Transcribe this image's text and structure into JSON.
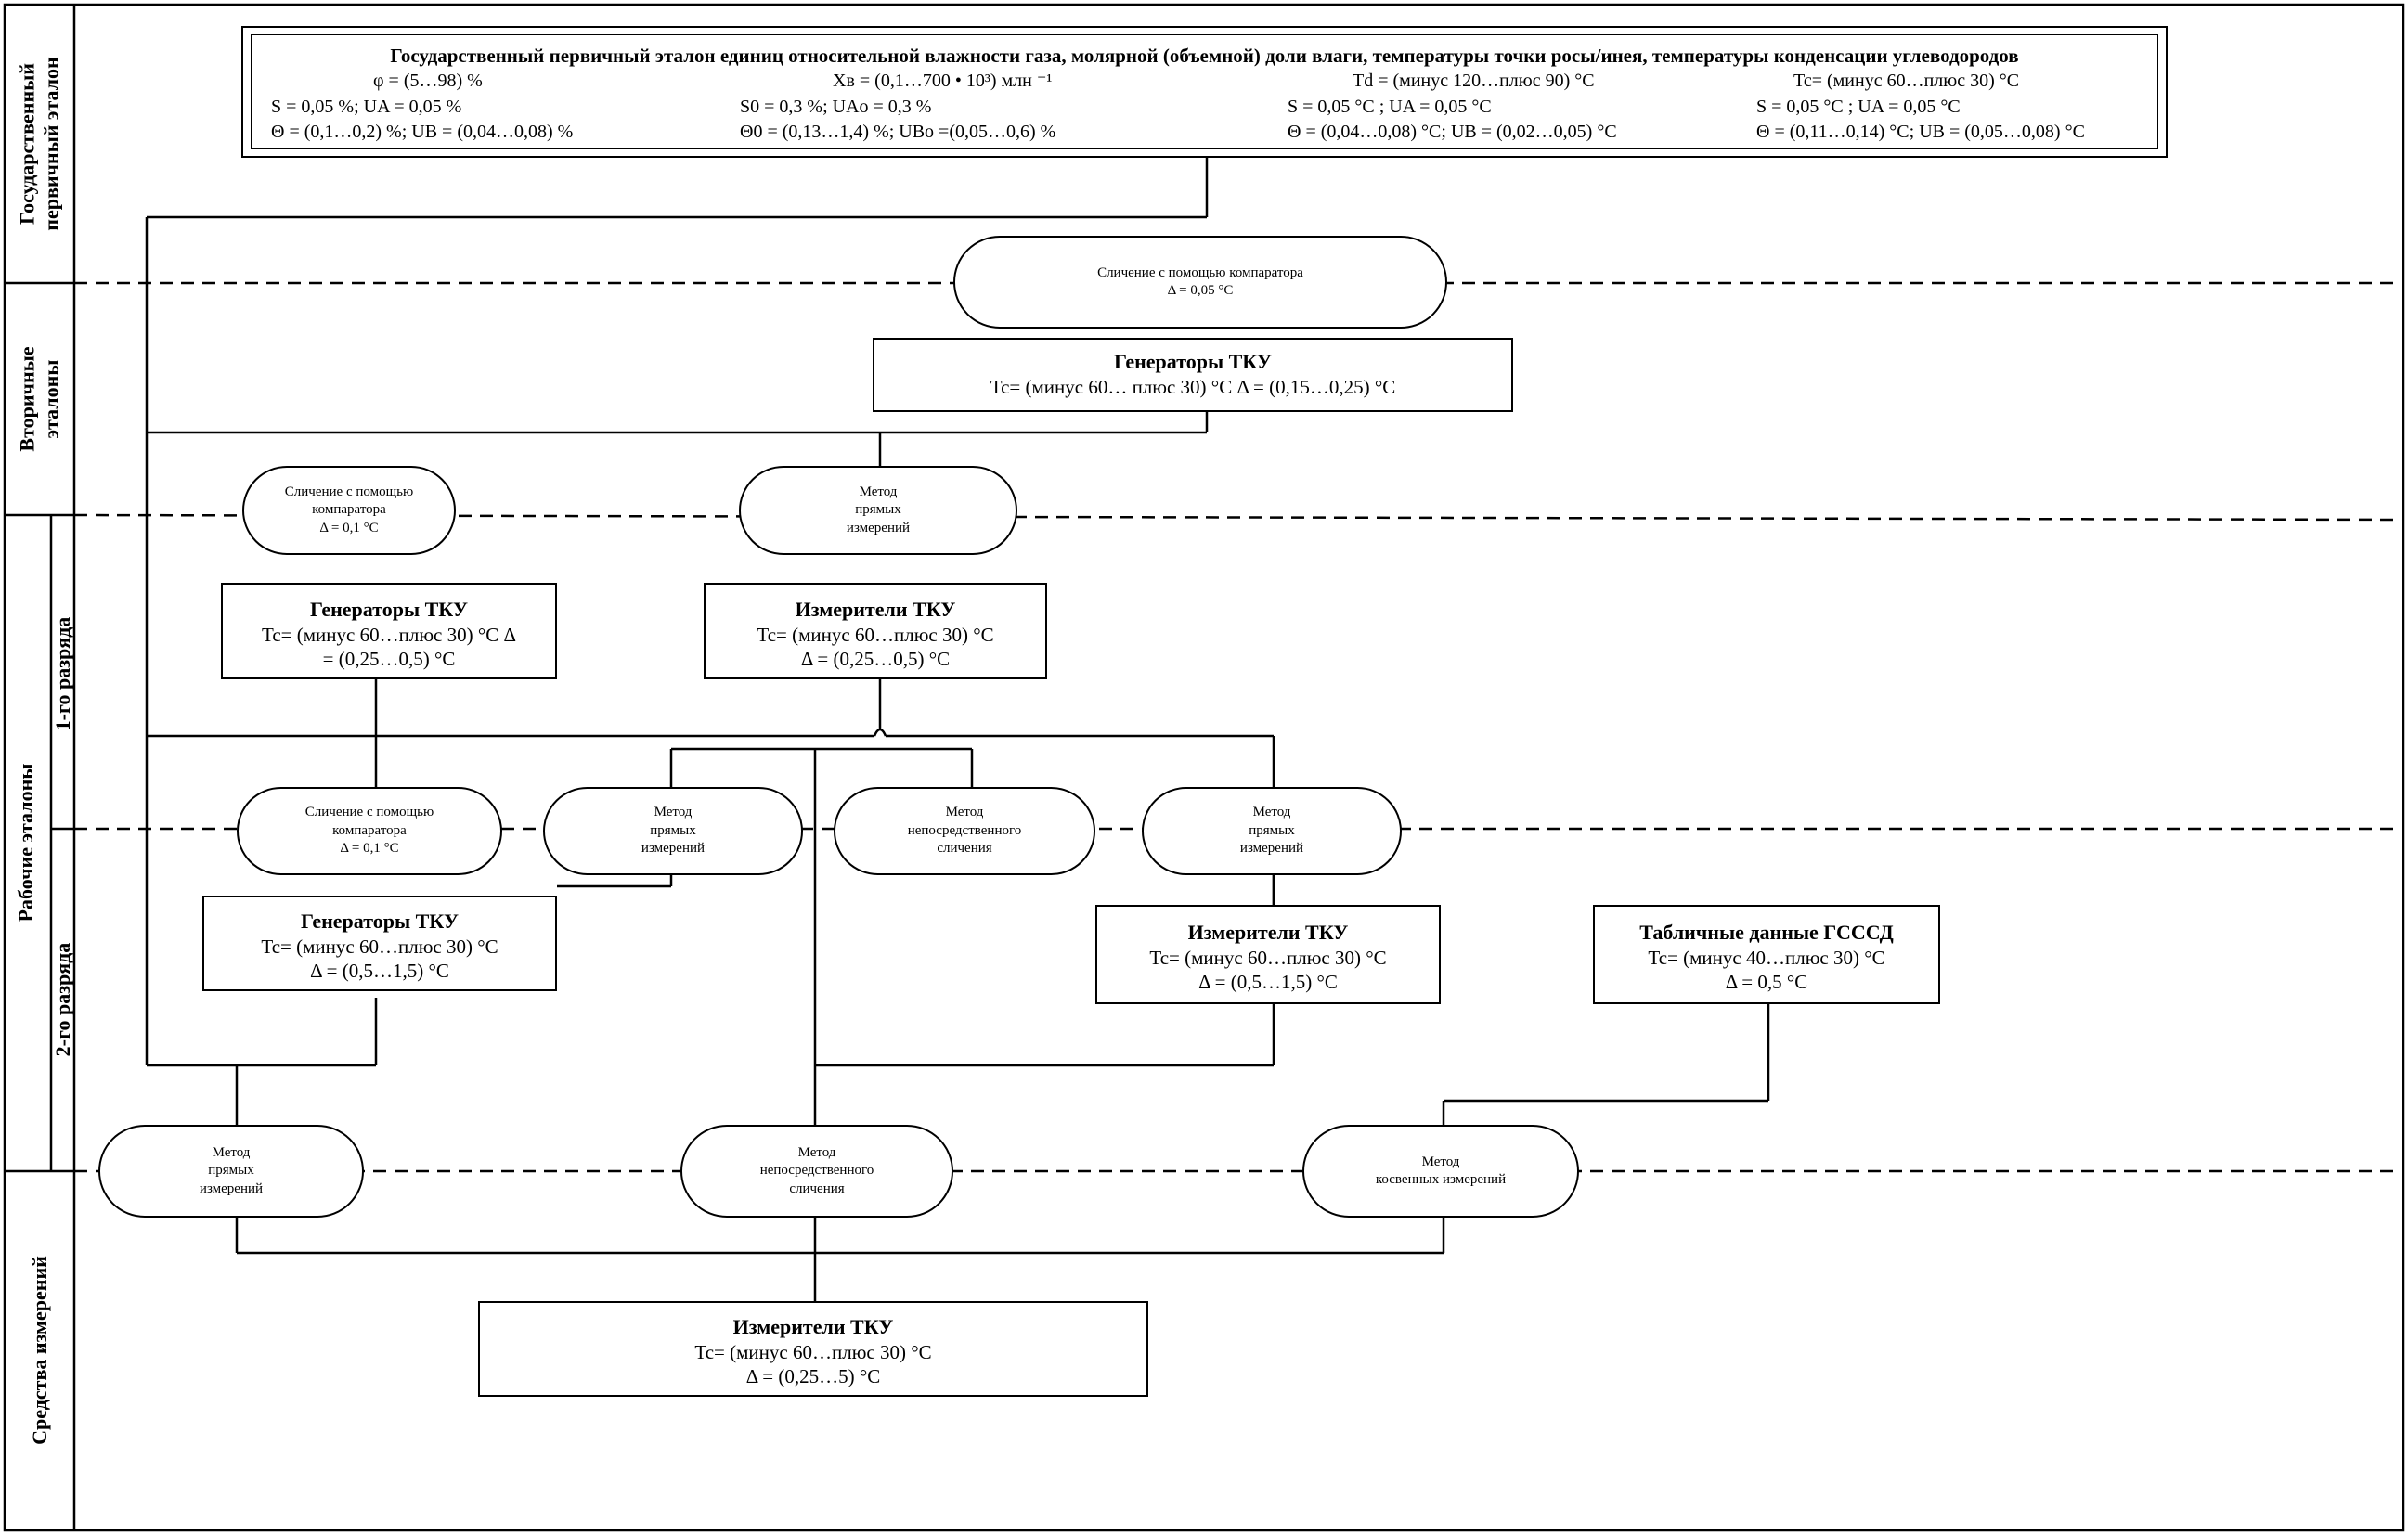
{
  "side_labels": {
    "state_primary": [
      "Государственный",
      "первичный эталон"
    ],
    "secondary": [
      "Вторичные",
      "эталоны"
    ],
    "working": "Рабочие эталоны",
    "first_rank": "1-го разряда",
    "second_rank": "2-го разряда",
    "instruments": "Средства измерений"
  },
  "primary": {
    "title": "Государственный первичный эталон единиц относительной влажности газа, молярной (объемной) доли влаги, температуры точки росы/инея, температуры конденсации углеводородов",
    "columns": [
      [
        "φ = (5…98) %",
        "S = 0,05 %;        UA = 0,05 %",
        "Θ = (0,1…0,2) %;   UB = (0,04…0,08) %"
      ],
      [
        "Xв = (0,1…700 • 10³) млн ⁻¹",
        "S0 =    0,3 %;        UAo =  0,3 %",
        "Θ0 = (0,13…1,4) %; UBo =(0,05…0,6) %"
      ],
      [
        "Td = (минус 120…плюс 90) °С",
        "S = 0,05 °С ;        UA =  0,05 °С",
        "Θ = (0,04…0,08) °С;  UB =  (0,02…0,05) °С"
      ],
      [
        "Tc= (минус 60…плюс 30) °С",
        "S = 0,05 °С ;        UA =  0,05 °С",
        "Θ = (0,11…0,14) °С;   UB =  (0,05…0,08) °С"
      ]
    ]
  },
  "ovals": {
    "o1": [
      "Сличение с помощью компаратора",
      "Δ = 0,05 °С"
    ],
    "o2": [
      "Сличение с помощью",
      "компаратора",
      "Δ = 0,1 °С"
    ],
    "o3": [
      "Метод",
      "прямых",
      "измерений"
    ],
    "o4": [
      "Сличение с помощью",
      "компаратора",
      "Δ = 0,1 °С"
    ],
    "o5": [
      "Метод",
      "прямых",
      "измерений"
    ],
    "o6": [
      "Метод",
      "непосредственного",
      "сличения"
    ],
    "o7": [
      "Метод",
      "прямых",
      "измерений"
    ],
    "o8": [
      "Метод",
      "прямых",
      "измерений"
    ],
    "o9": [
      "Метод",
      "непосредственного",
      "сличения"
    ],
    "o10": [
      "Метод",
      "косвенных измерений"
    ]
  },
  "boxes": {
    "gen_secondary": {
      "title": "Генераторы ТКУ",
      "lines": [
        "Tc= (минус 60… плюс 30) °С        Δ = (0,15…0,25) °С"
      ]
    },
    "gen_first": {
      "title": "Генераторы ТКУ",
      "lines": [
        "Tc= (минус 60…плюс 30) °С Δ",
        "= (0,25…0,5) °С"
      ]
    },
    "meter_first": {
      "title": "Измерители ТКУ",
      "lines": [
        "Tc= (минус 60…плюс 30) °С",
        "Δ = (0,25…0,5) °С"
      ]
    },
    "gen_second": {
      "title": "Генераторы ТКУ",
      "lines": [
        "Tc= (минус 60…плюс 30) °С",
        "Δ = (0,5…1,5) °С"
      ]
    },
    "meter_second": {
      "title": "Измерители ТКУ",
      "lines": [
        "Tc= (минус 60…плюс 30) °С",
        "Δ = (0,5…1,5) °С"
      ]
    },
    "gsssd": {
      "title": "Табличные данные ГСССД",
      "lines": [
        "Tc= (минус 40…плюс 30) °С",
        "Δ = 0,5 °С"
      ]
    },
    "meter_final": {
      "title": "Измерители ТКУ",
      "lines": [
        "Tc= (минус 60…плюс 30) °С",
        "Δ = (0,25…5) °С"
      ]
    }
  }
}
